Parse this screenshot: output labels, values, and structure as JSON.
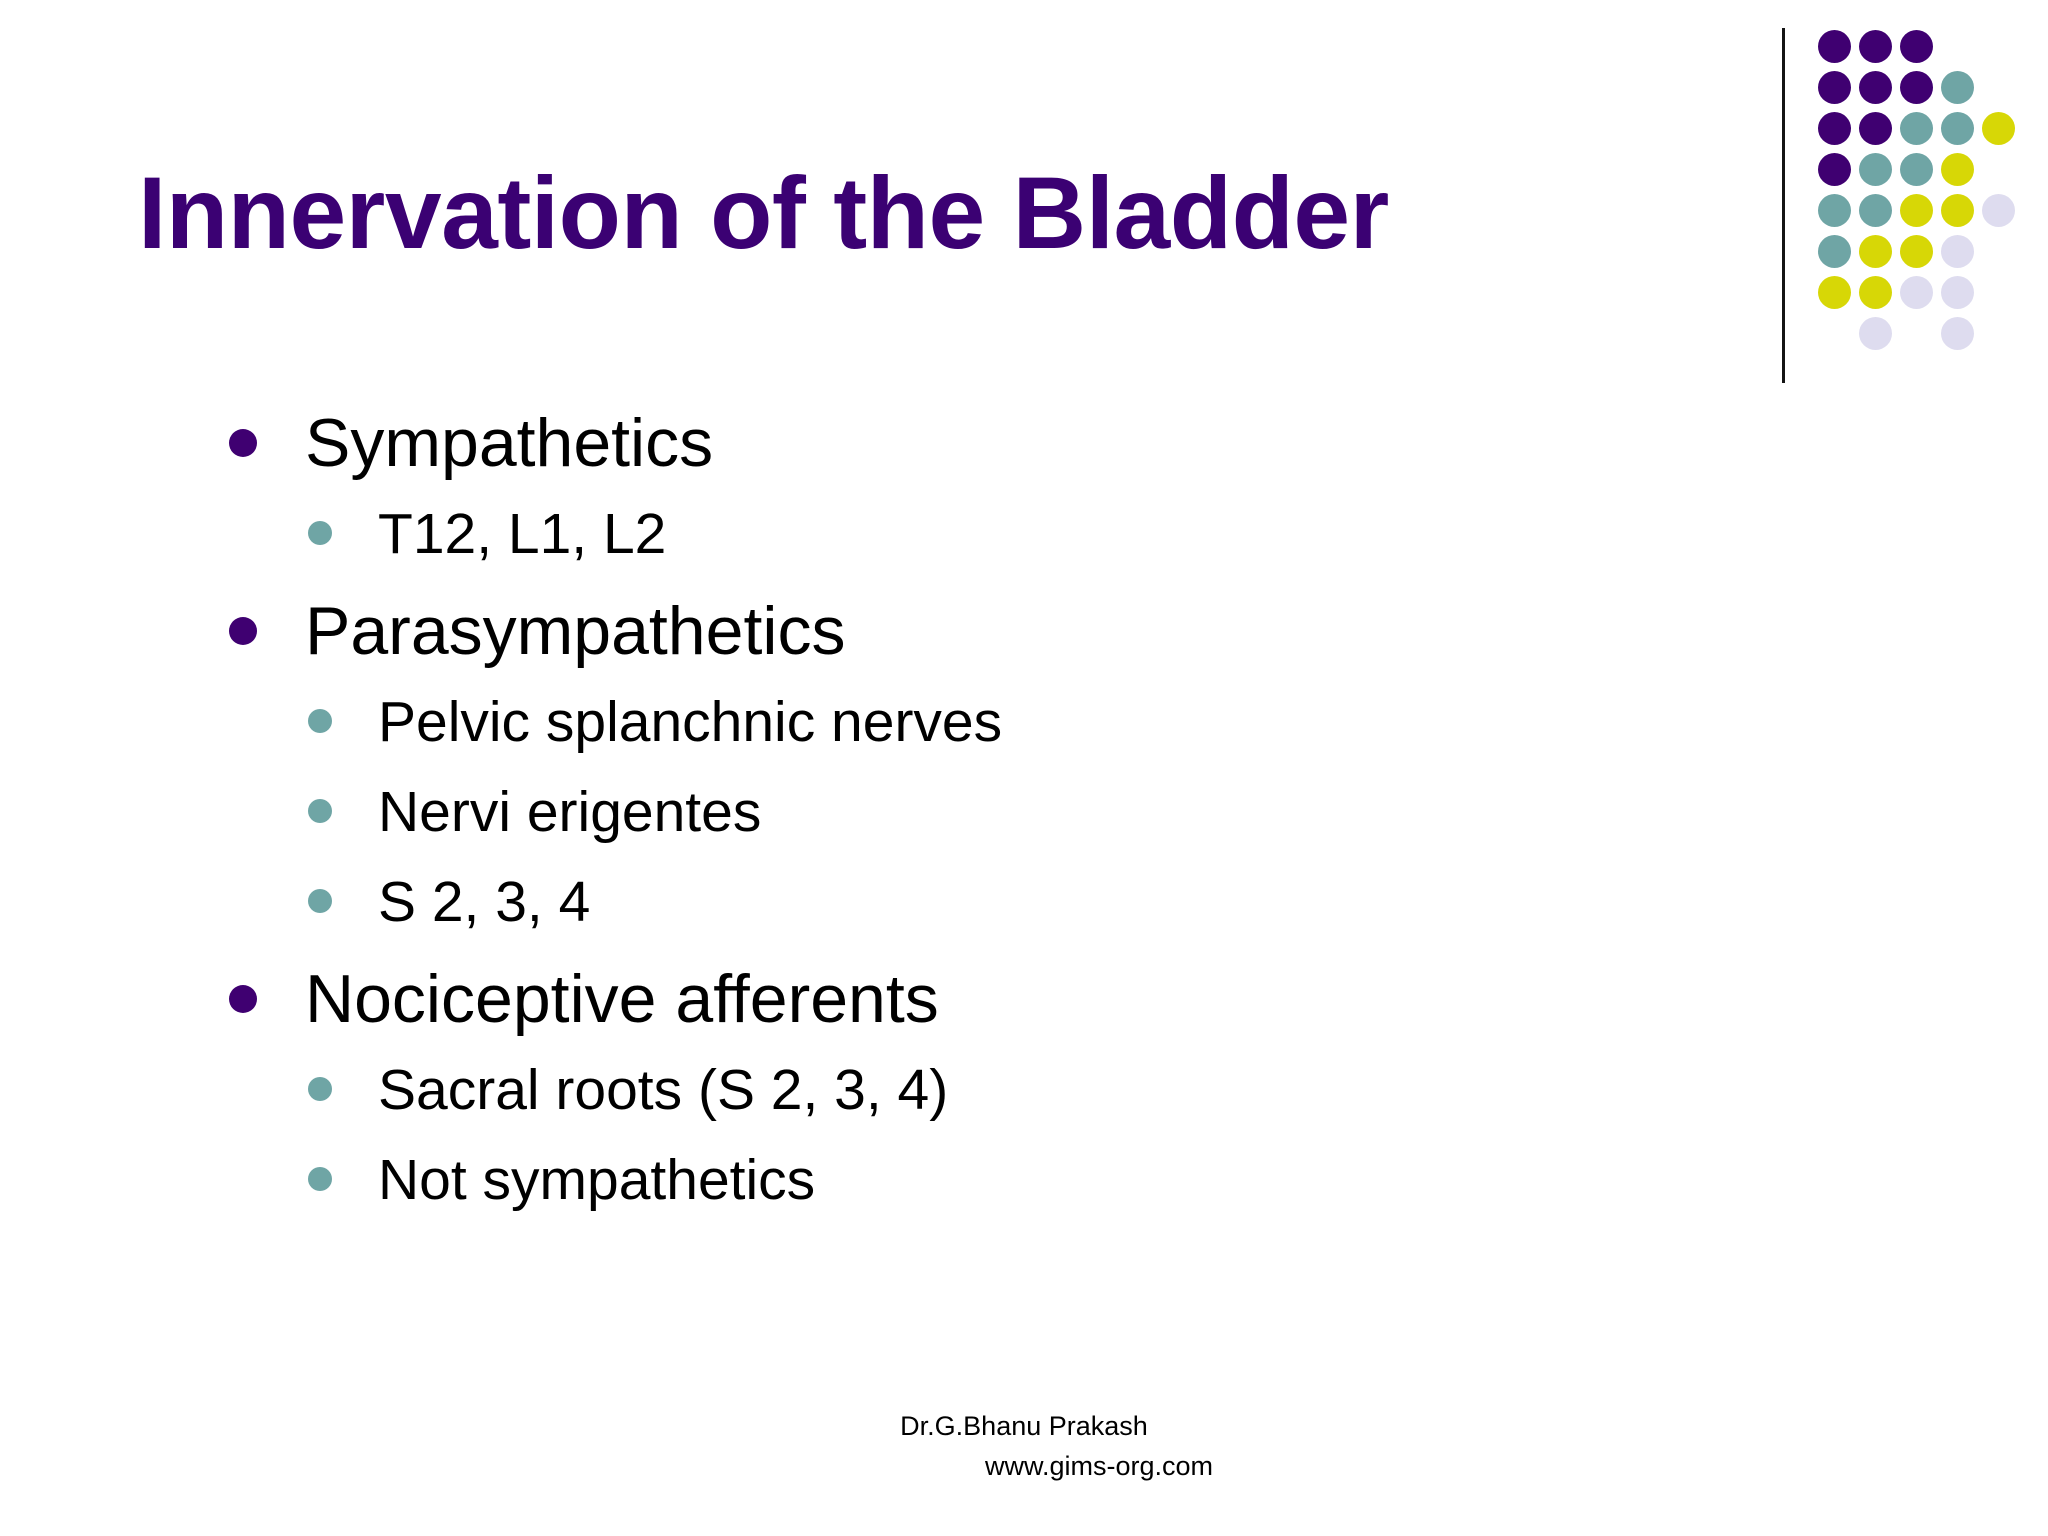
{
  "slide": {
    "title": "Innervation of the Bladder",
    "title_color": "#3B0173",
    "background_color": "#FFFFFF",
    "body_text_color": "#000000"
  },
  "logo": {
    "name": "dot-grid-logo",
    "rule_color": "#141414",
    "colors": {
      "purple": "#3F0071",
      "teal": "#6FA5A5",
      "yellow": "#D7D706",
      "lavender": "#DEDCEF"
    },
    "rows": [
      [
        "purple",
        "purple",
        "purple"
      ],
      [
        "purple",
        "purple",
        "purple",
        "teal"
      ],
      [
        "purple",
        "purple",
        "teal",
        "teal",
        "yellow"
      ],
      [
        "purple",
        "teal",
        "teal",
        "yellow"
      ],
      [
        "teal",
        "teal",
        "yellow",
        "yellow",
        "lavender"
      ],
      [
        "teal",
        "yellow",
        "yellow",
        "lavender"
      ],
      [
        "yellow",
        "yellow",
        "lavender",
        "lavender"
      ],
      [
        "",
        "lavender",
        "",
        "lavender"
      ]
    ]
  },
  "bullets": [
    {
      "level": 1,
      "text": "Sympathetics",
      "marker_color": "#3F0071"
    },
    {
      "level": 2,
      "text": "T12, L1, L2",
      "marker_color": "#6FA5A5"
    },
    {
      "level": 1,
      "text": "Parasympathetics",
      "marker_color": "#3F0071"
    },
    {
      "level": 2,
      "text": "Pelvic splanchnic nerves",
      "marker_color": "#6FA5A5"
    },
    {
      "level": 2,
      "text": "Nervi erigentes",
      "marker_color": "#6FA5A5"
    },
    {
      "level": 2,
      "text": "S 2, 3, 4",
      "marker_color": "#6FA5A5"
    },
    {
      "level": 1,
      "text": "Nociceptive afferents",
      "marker_color": "#3F0071"
    },
    {
      "level": 2,
      "text": "Sacral roots (S 2, 3, 4)",
      "marker_color": "#6FA5A5"
    },
    {
      "level": 2,
      "text": "Not sympathetics",
      "marker_color": "#6FA5A5"
    }
  ],
  "footer": {
    "line1": "Dr.G.Bhanu Prakash",
    "line2": "www.gims-org.com"
  }
}
